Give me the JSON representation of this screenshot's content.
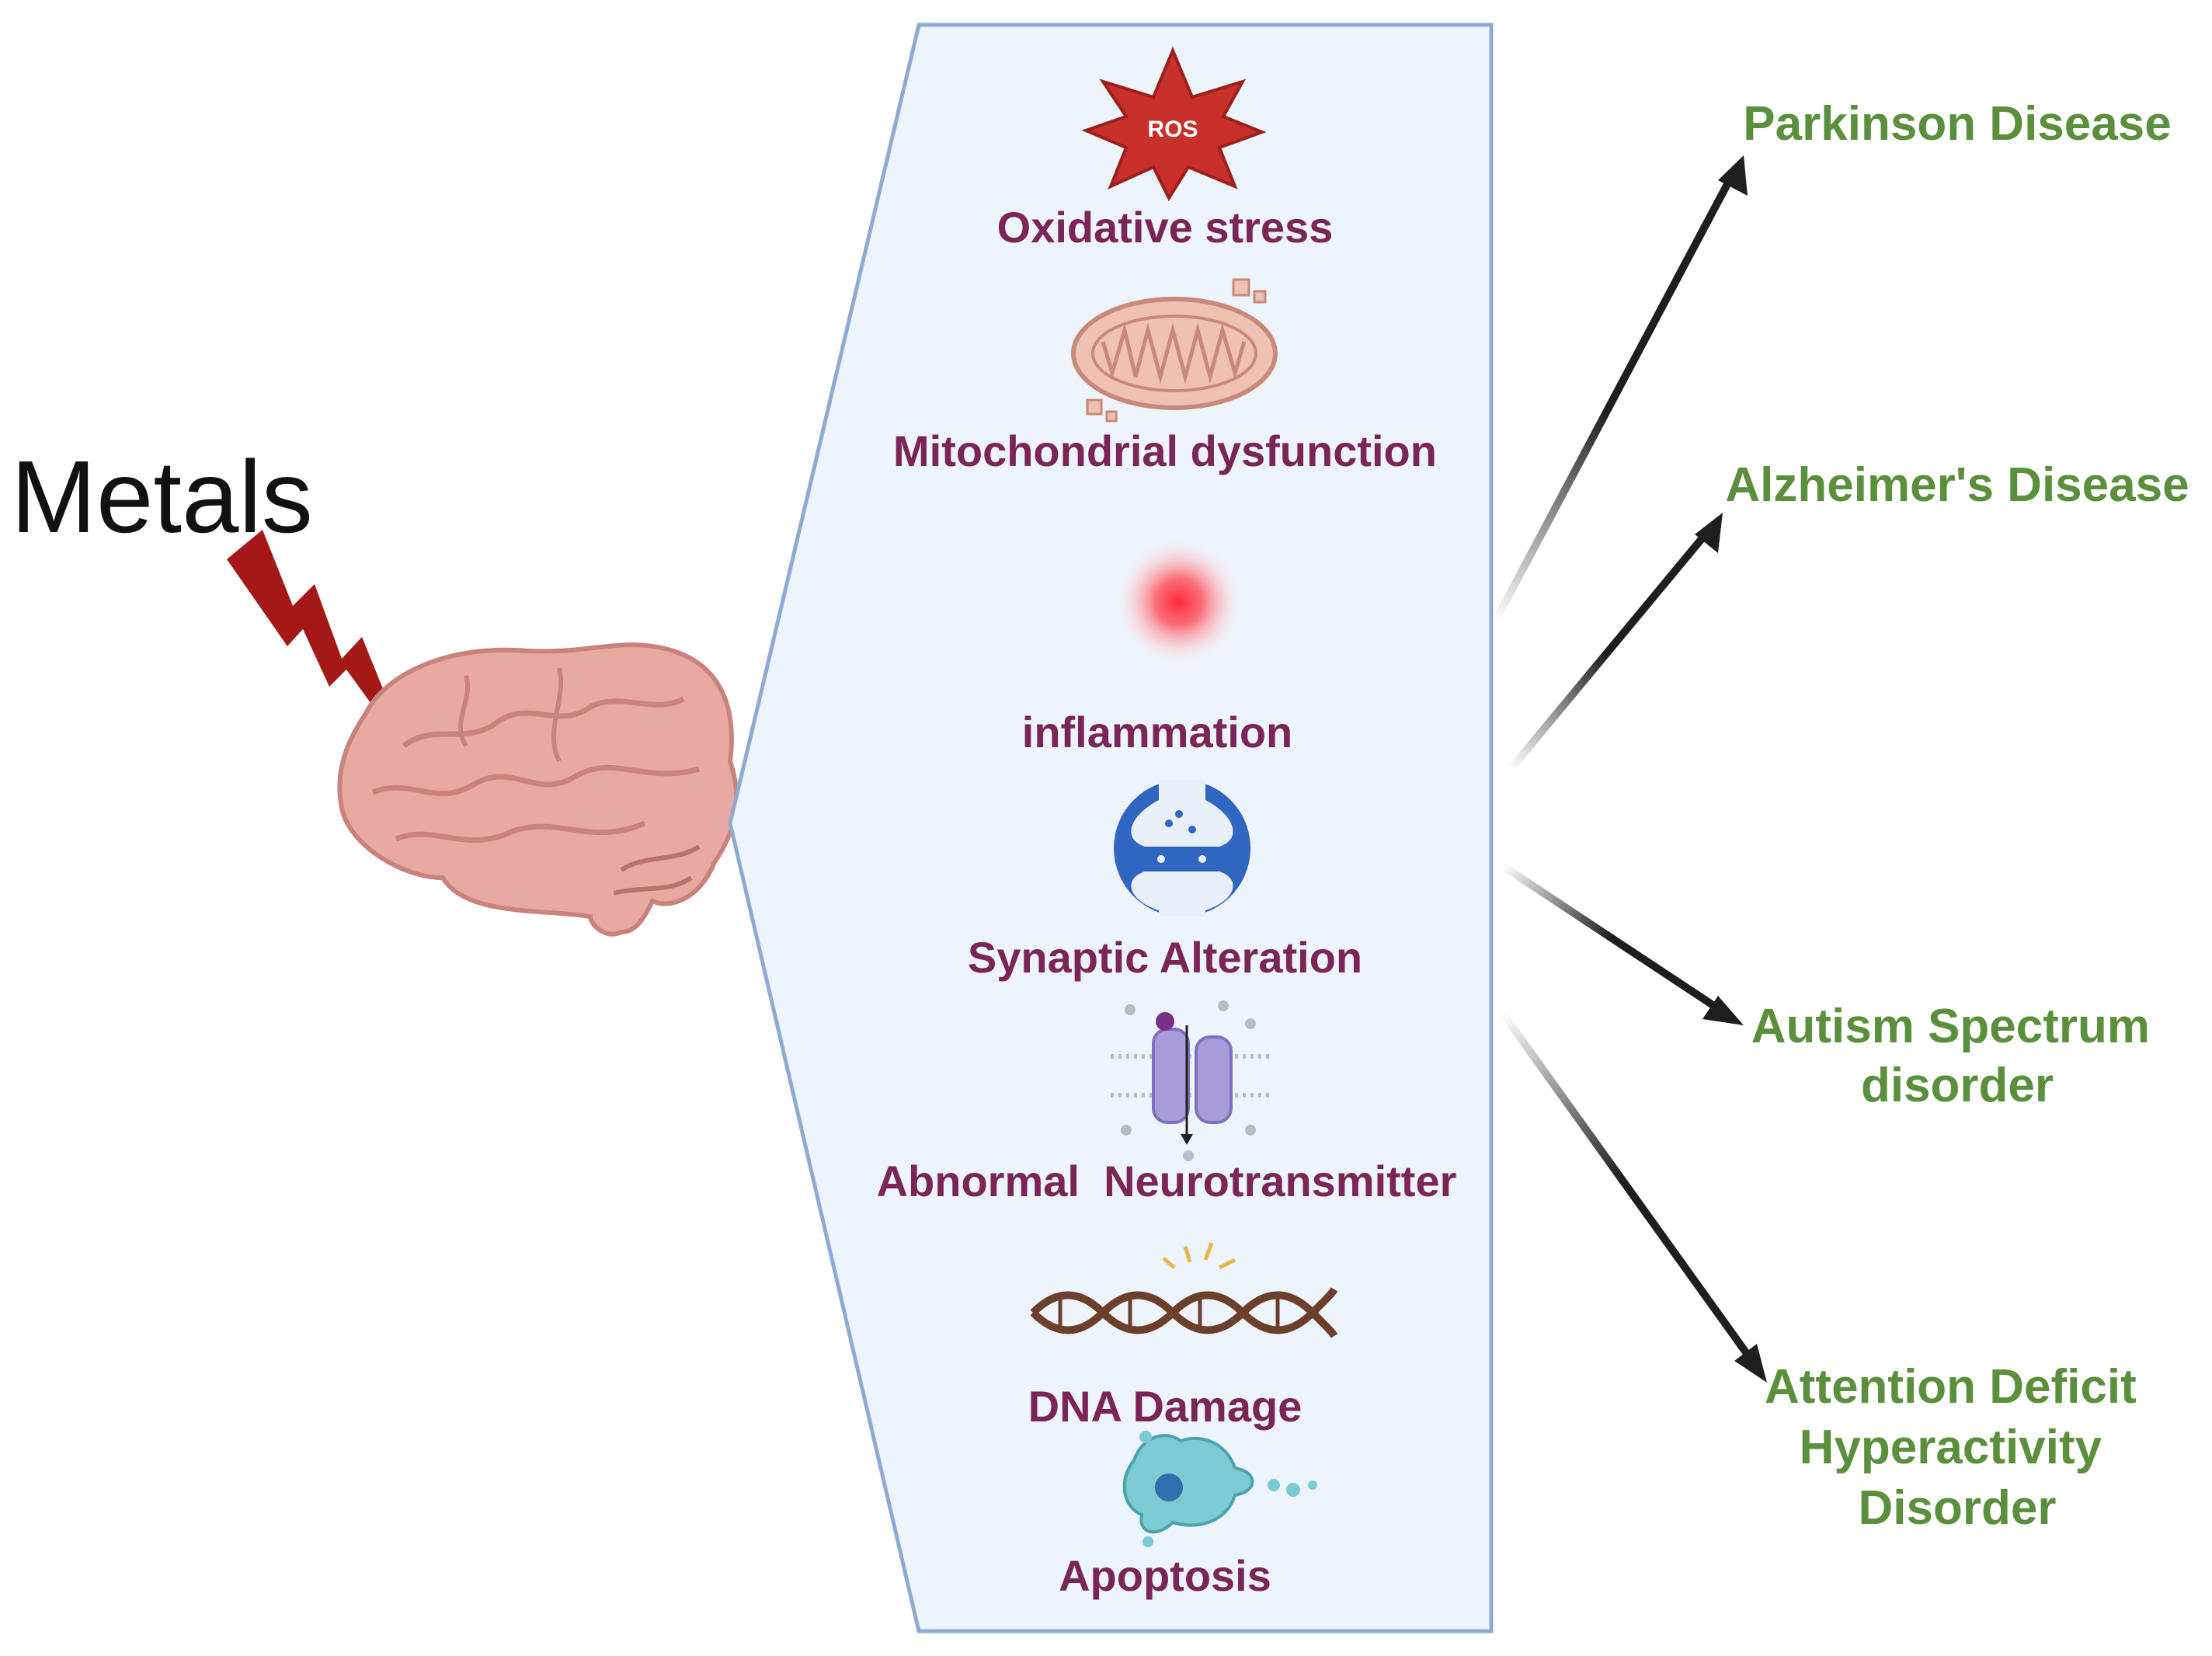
{
  "colors": {
    "mechanism_text": "#7a2458",
    "disease_text": "#5a8f3c",
    "panel_fill": "#eef4fc",
    "panel_stroke": "#8eaad4",
    "metals_text": "#111111",
    "bolt": "#a41818",
    "arrow": "#1e1e1e",
    "brain": "#e9a9a3",
    "ros_star": "#c8302c"
  },
  "source": {
    "label": "Metals",
    "icon": "lightning-bolt-icon",
    "target_icon": "brain-icon"
  },
  "mechanisms": [
    {
      "label": "Oxidative stress",
      "icon": "ros-burst-icon",
      "icon_text": "ROS"
    },
    {
      "label": "Mitochondrial dysfunction",
      "icon": "mitochondrion-icon"
    },
    {
      "label": "inflammation",
      "icon": "inflammation-glow-icon"
    },
    {
      "label": "Synaptic Alteration",
      "icon": "synapse-icon"
    },
    {
      "label": "Abnormal  Neurotransmitter",
      "icon": "ion-channel-icon"
    },
    {
      "label": "DNA Damage",
      "icon": "dna-helix-icon"
    },
    {
      "label": "Apoptosis",
      "icon": "apoptotic-cell-icon"
    }
  ],
  "diseases": [
    {
      "lines": [
        "Parkinson Disease"
      ]
    },
    {
      "lines": [
        "Alzheimer's Disease"
      ]
    },
    {
      "lines": [
        "Autism Spectrum",
        "disorder"
      ]
    },
    {
      "lines": [
        "Attention Deficit",
        "Hyperactivity",
        "Disorder"
      ]
    }
  ]
}
